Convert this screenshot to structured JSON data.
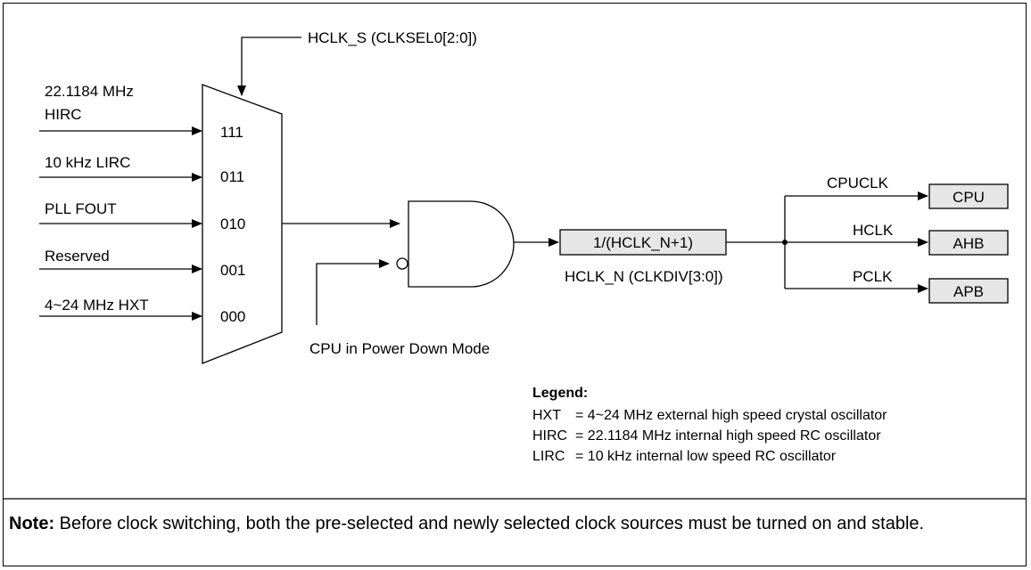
{
  "mux": {
    "select_label": "HCLK_S (CLKSEL0[2:0])",
    "inputs": [
      {
        "label_line1": "22.1184 MHz",
        "label_line2": "HIRC",
        "code": "111"
      },
      {
        "label_line1": "10 kHz LIRC",
        "label_line2": "",
        "code": "011"
      },
      {
        "label_line1": "PLL FOUT",
        "label_line2": "",
        "code": "010"
      },
      {
        "label_line1": "Reserved",
        "label_line2": "",
        "code": "001"
      },
      {
        "label_line1": "4~24 MHz HXT",
        "label_line2": "",
        "code": "000"
      }
    ]
  },
  "gate": {
    "inhibit_label": "CPU in Power Down Mode"
  },
  "divider": {
    "label": "1/(HCLK_N+1)",
    "control_label": "HCLK_N (CLKDIV[3:0])"
  },
  "outputs": [
    {
      "signal": "CPUCLK",
      "target": "CPU"
    },
    {
      "signal": "HCLK",
      "target": "AHB"
    },
    {
      "signal": "PCLK",
      "target": "APB"
    }
  ],
  "legend": {
    "title": "Legend:",
    "entries": [
      {
        "abbr": "HXT",
        "desc": "= 4~24 MHz external high speed crystal oscillator"
      },
      {
        "abbr": "HIRC",
        "desc": "= 22.1184 MHz internal high speed RC oscillator"
      },
      {
        "abbr": "LIRC",
        "desc": "= 10 kHz internal low speed RC oscillator"
      }
    ]
  },
  "note": {
    "label": "Note:",
    "text": " Before clock switching, both the pre-selected and newly selected clock sources must be turned on and stable."
  }
}
